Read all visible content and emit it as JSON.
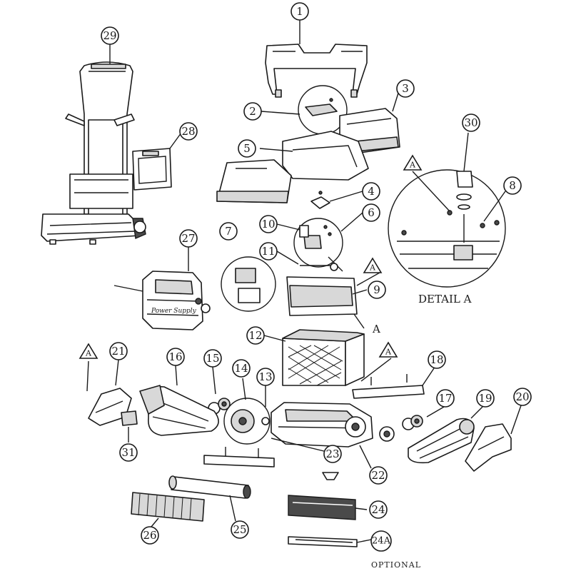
{
  "diagram": {
    "callouts": [
      "1",
      "2",
      "3",
      "4",
      "5",
      "6",
      "7",
      "8",
      "9",
      "10",
      "11",
      "12",
      "13",
      "14",
      "15",
      "16",
      "17",
      "18",
      "19",
      "20",
      "21",
      "22",
      "23",
      "24",
      "24A",
      "25",
      "26",
      "27",
      "28",
      "29",
      "30",
      "31"
    ],
    "detail_markers": [
      "A",
      "A",
      "A",
      "A",
      "A"
    ],
    "detail_label": "DETAIL A",
    "optional_label": "OPTIONAL",
    "power_supply_label": "Power Supply"
  }
}
